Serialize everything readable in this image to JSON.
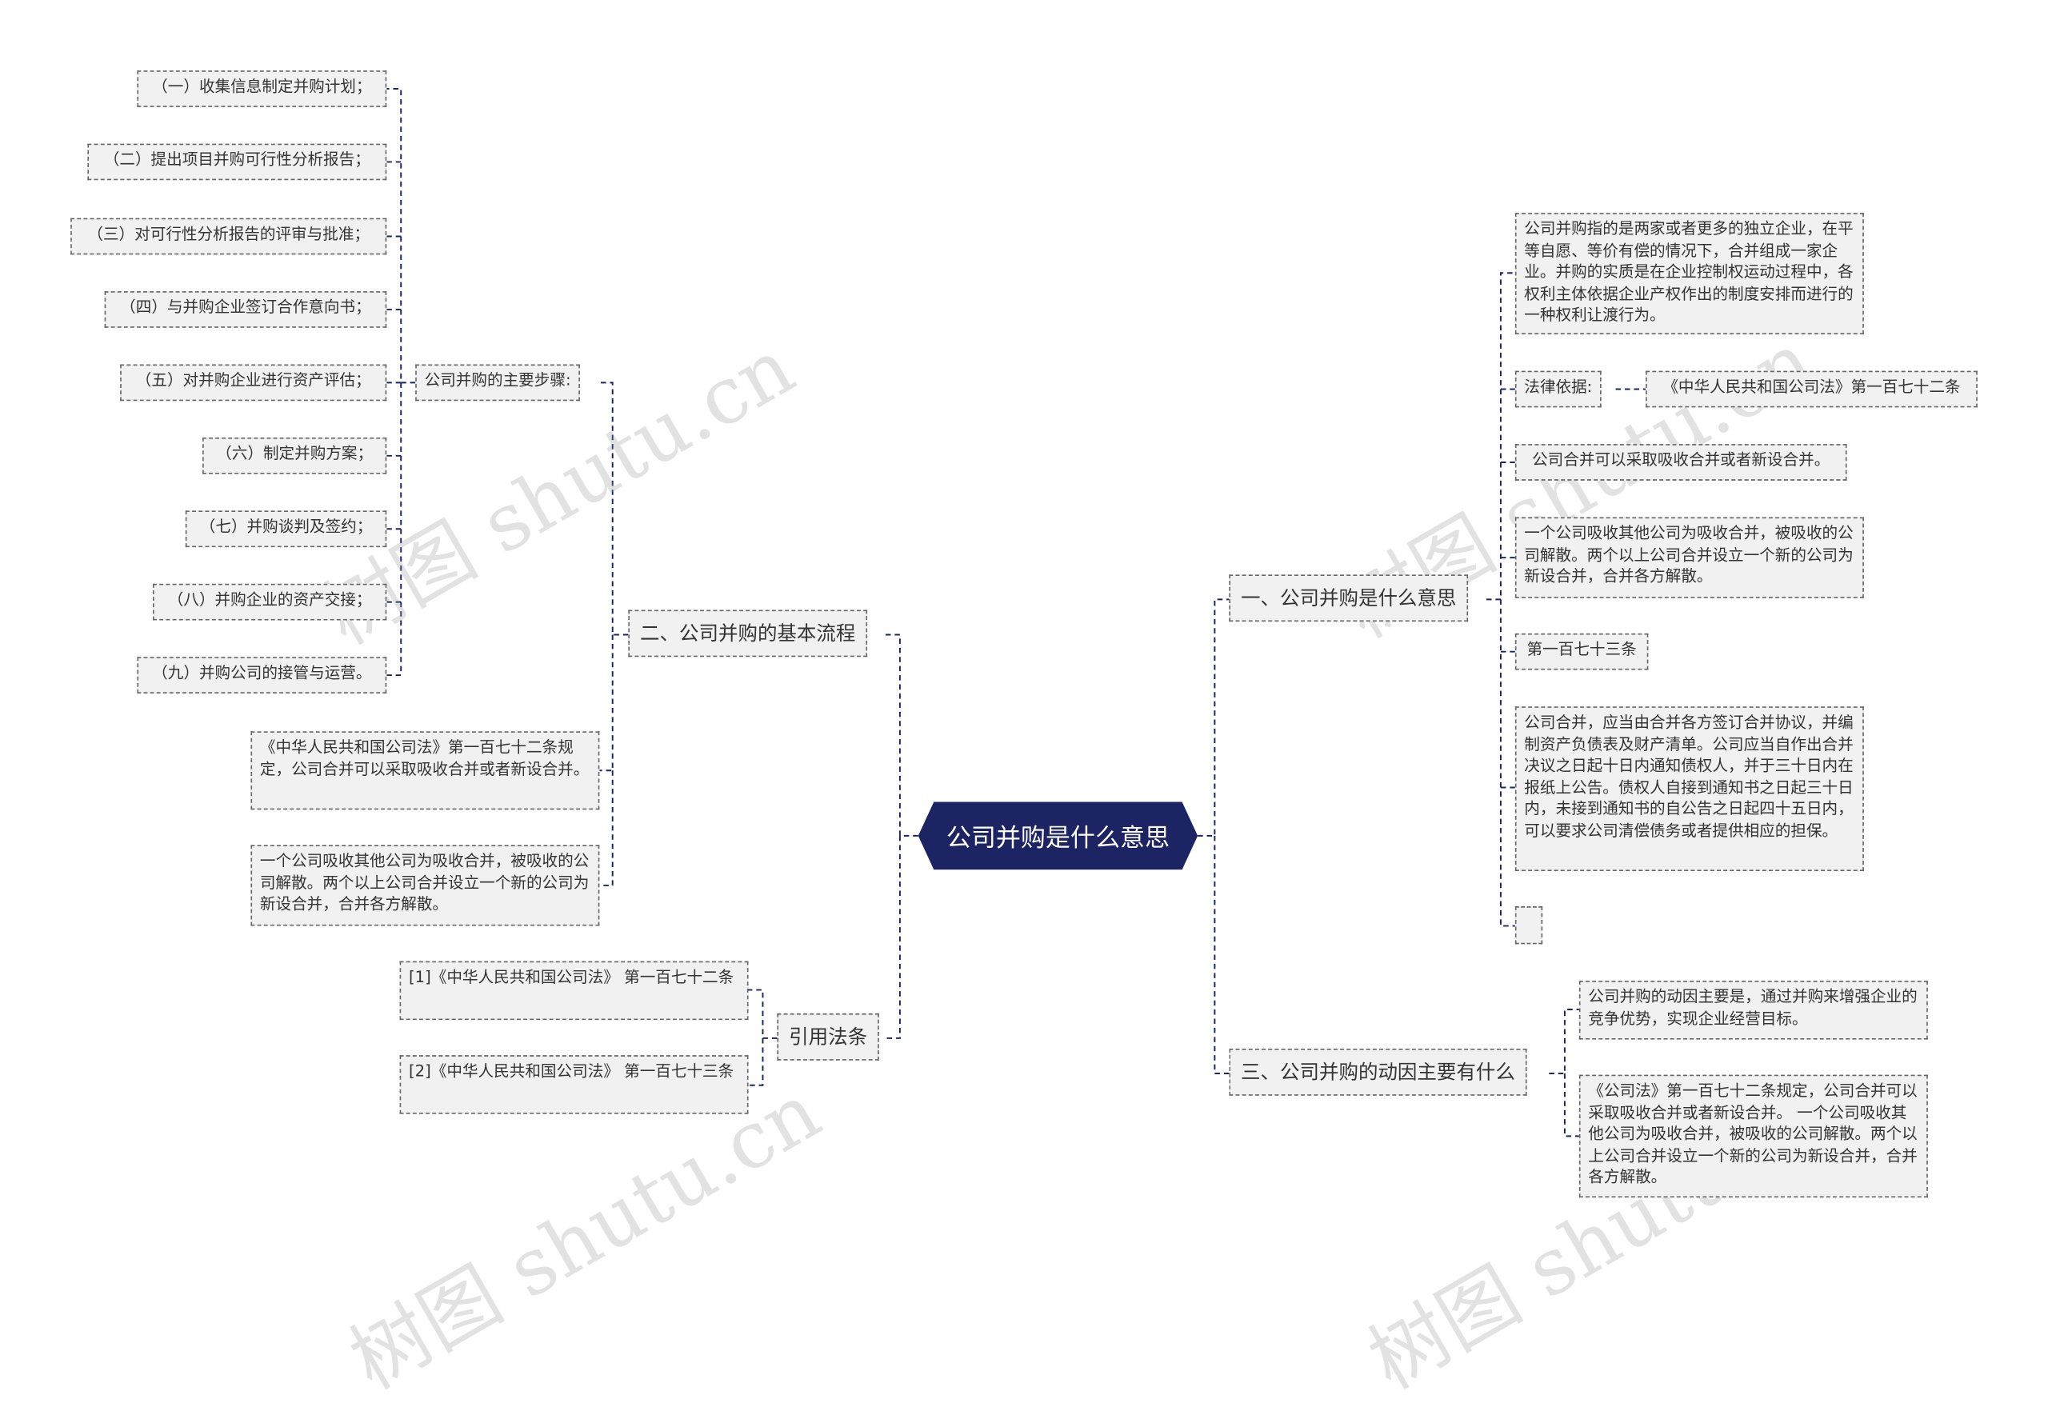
{
  "root": {
    "label": "公司并购是什么意思"
  },
  "left": {
    "process": {
      "label": "二、公司并购的基本流程",
      "steps_label": "公司并购的主要步骤:",
      "steps": [
        "（一）收集信息制定并购计划；",
        "（二）提出项目并购可行性分析报告；",
        "（三）对可行性分析报告的评审与批准；",
        "（四）与并购企业签订合作意向书；",
        "（五）对并购企业进行资产评估；",
        "（六）制定并购方案；",
        "（七）并购谈判及签约；",
        "（八）并购企业的资产交接；",
        "（九）并购公司的接管与运营。"
      ],
      "law_note": "《中华人民共和国公司法》第一百七十二条规定，公司合并可以采取吸收合并或者新设合并。",
      "merge_note": "一个公司吸收其他公司为吸收合并，被吸收的公司解散。两个以上公司合并设立一个新的公司为新设合并，合并各方解散。"
    },
    "citations": {
      "label": "引用法条",
      "items": [
        "[1]《中华人民共和国公司法》 第一百七十二条",
        "[2]《中华人民共和国公司法》 第一百七十三条"
      ]
    }
  },
  "right": {
    "meaning": {
      "label": "一、公司并购是什么意思",
      "definition": "公司并购指的是两家或者更多的独立企业，在平等自愿、等价有偿的情况下，合并组成一家企业。并购的实质是在企业控制权运动过程中，各权利主体依据企业产权作出的制度安排而进行的一种权利让渡行为。",
      "legal_basis_label": "法律依据:",
      "legal_basis": "《中华人民共和国公司法》第一百七十二条",
      "merge_types": "公司合并可以采取吸收合并或者新设合并。",
      "merge_desc": "一个公司吸收其他公司为吸收合并，被吸收的公司解散。两个以上公司合并设立一个新的公司为新设合并，合并各方解散。",
      "article_173": "第一百七十三条",
      "article_173_text": "公司合并，应当由合并各方签订合并协议，并编制资产负债表及财产清单。公司应当自作出合并决议之日起十日内通知债权人，并于三十日内在报纸上公告。债权人自接到通知书之日起三十日内，未接到通知书的自公告之日起四十五日内，可以要求公司清偿债务或者提供相应的担保。",
      "empty": ""
    },
    "motive": {
      "label": "三、公司并购的动因主要有什么",
      "reason": "公司并购的动因主要是，通过并购来增强企业的竞争优势，实现企业经营目标。",
      "law": "《公司法》第一百七十二条规定，公司合并可以采取吸收合并或者新设合并。 一个公司吸收其他公司为吸收合并，被吸收的公司解散。两个以上公司合并设立一个新的公司为新设合并，合并各方解散。"
    }
  },
  "watermark": "树图 shutu.cn",
  "colors": {
    "root_bg": "#1d2463",
    "line": "#1d2463",
    "node_bg": "#f1f1f1",
    "border": "#666666"
  }
}
